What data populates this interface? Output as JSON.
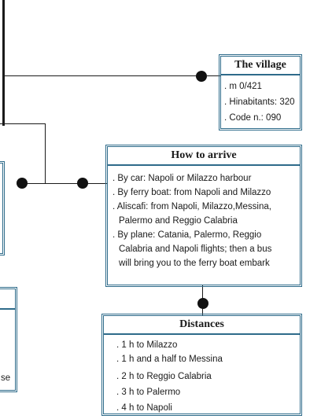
{
  "village": {
    "title": "The village",
    "items": [
      ". m 0/421",
      ". Hinabitants: 320",
      ". Code n.: 090"
    ]
  },
  "arrive": {
    "title": "How to arrive",
    "items": [
      ". By car:   Napoli or Milazzo harbour",
      ". By ferry boat: from Napoli and Milazzo",
      ". Aliscafi: from Napoli, Milazzo,Messina,",
      "Palermo and Reggio Calabria",
      ". By plane: Catania, Palermo, Reggio",
      "Calabria and Napoli flights; then a bus",
      "will bring you to the ferry boat embark"
    ]
  },
  "distances": {
    "title": "Distances",
    "items": [
      ". 1 h to Milazzo",
      ". 1 h and a half to Messina",
      ". 2 h to Reggio Calabria",
      ". 3 h to Palermo",
      ". 4 h to Napoli"
    ]
  },
  "partial": {
    "text": "se"
  }
}
